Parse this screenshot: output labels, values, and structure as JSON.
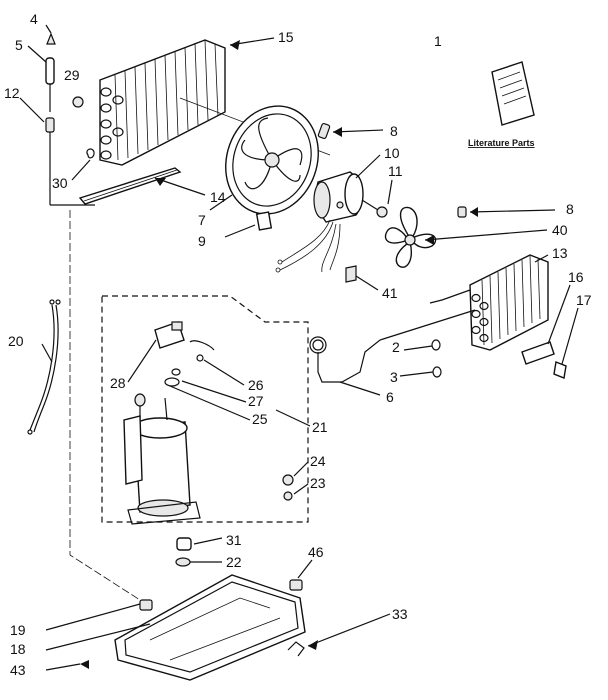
{
  "labels": {
    "l1": "1",
    "l2": "2",
    "l3": "3",
    "l4": "4",
    "l5": "5",
    "l6": "6",
    "l7": "7",
    "l8a": "8",
    "l8b": "8",
    "l9": "9",
    "l10": "10",
    "l11": "11",
    "l12": "12",
    "l13": "13",
    "l14": "14",
    "l15": "15",
    "l16": "16",
    "l17": "17",
    "l18": "18",
    "l19": "19",
    "l20": "20",
    "l21": "21",
    "l22": "22",
    "l23": "23",
    "l24": "24",
    "l25": "25",
    "l26": "26",
    "l27": "27",
    "l28": "28",
    "l29": "29",
    "l30": "30",
    "l31": "31",
    "l33": "33",
    "l40": "40",
    "l41": "41",
    "l43": "43",
    "l46": "46"
  },
  "literature_parts": "Literature Parts"
}
